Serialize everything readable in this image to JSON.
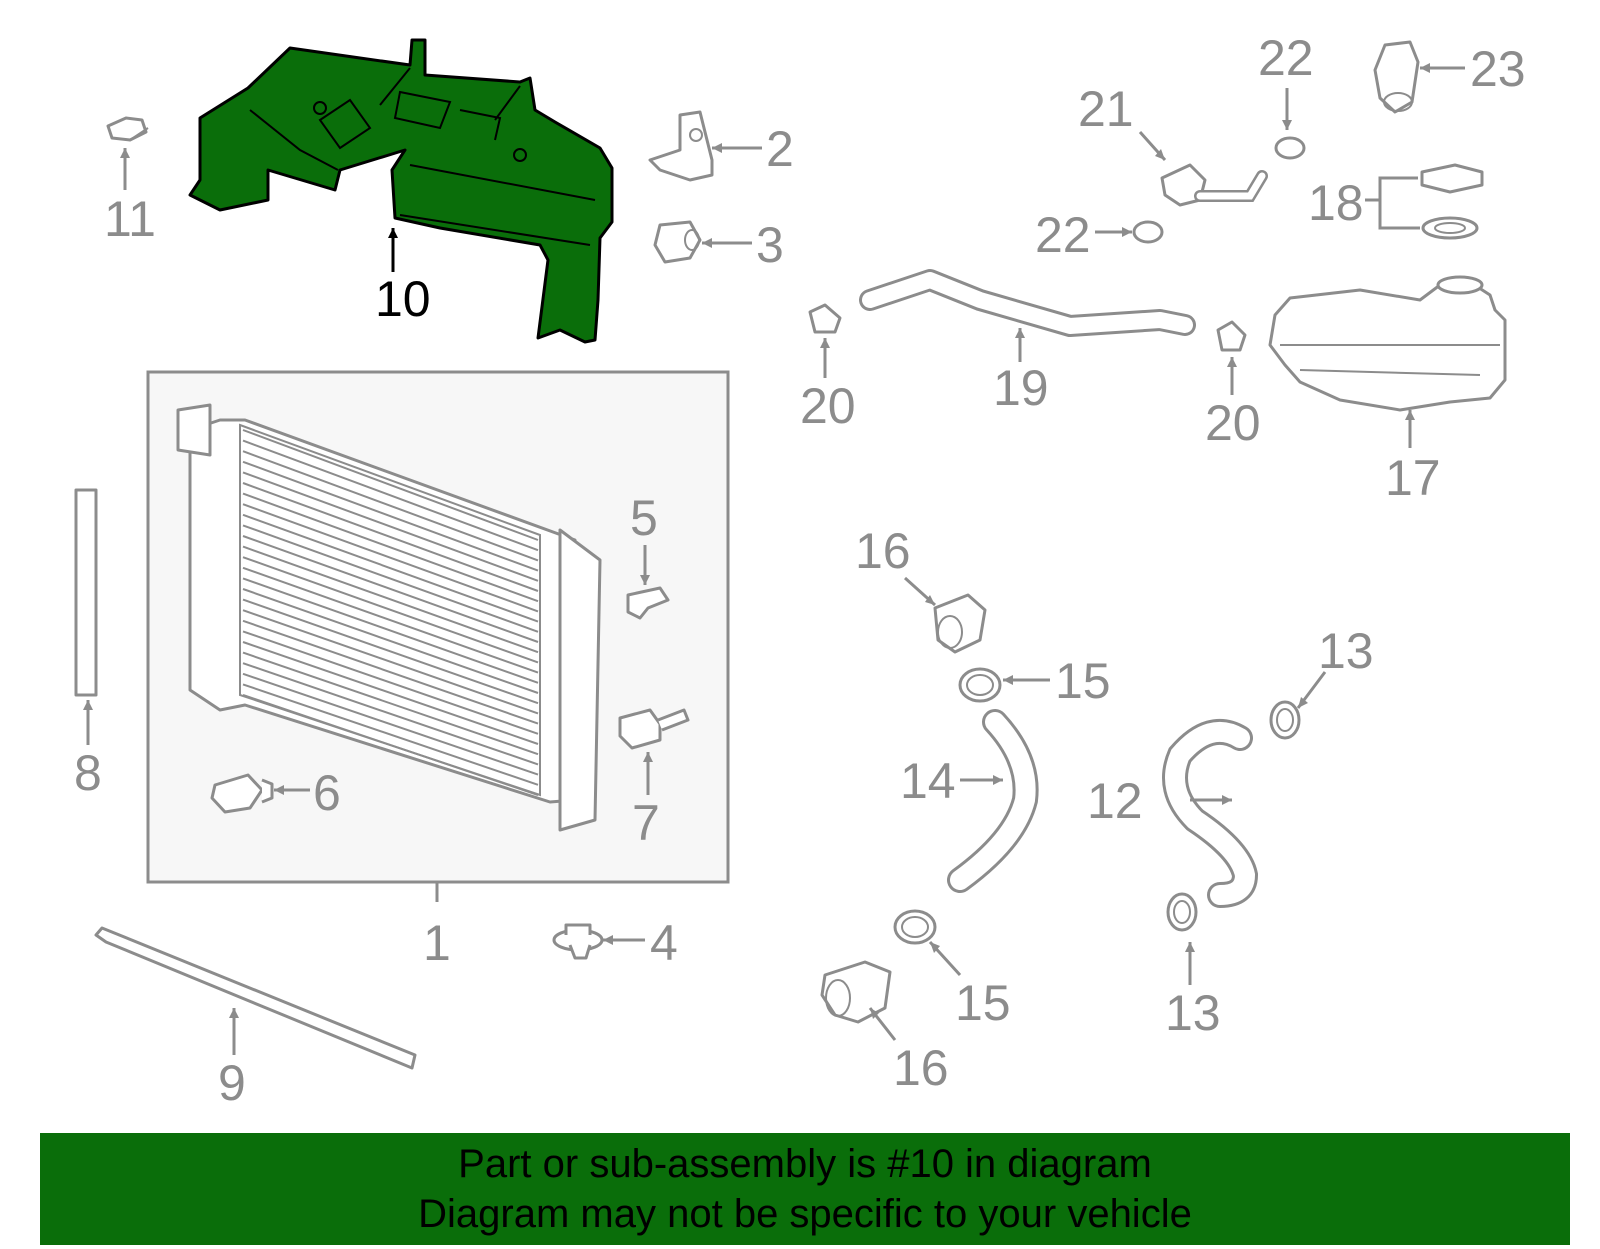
{
  "diagram": {
    "highlight_color": "#0a6e0a",
    "highlighted_part": "10",
    "callouts": [
      "1",
      "2",
      "3",
      "4",
      "5",
      "6",
      "7",
      "8",
      "9",
      "10",
      "11",
      "12",
      "13",
      "13",
      "14",
      "15",
      "15",
      "16",
      "16",
      "17",
      "18",
      "19",
      "20",
      "20",
      "21",
      "22",
      "22",
      "23"
    ]
  },
  "banner": {
    "line1": "Part or sub-assembly is #10 in diagram",
    "line2": "Diagram may not be specific to your vehicle",
    "background": "#0a6e0a"
  }
}
